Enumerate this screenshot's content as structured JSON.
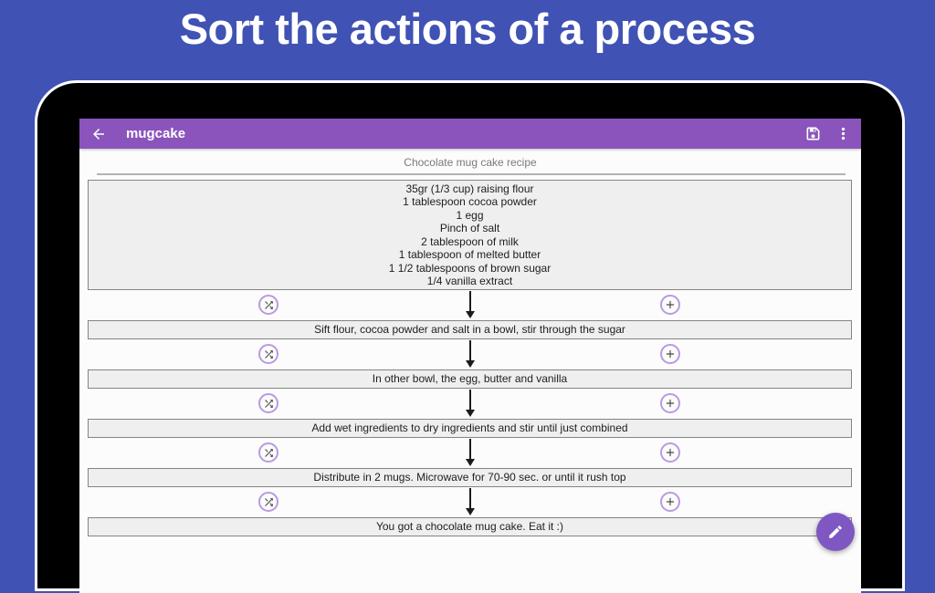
{
  "page": {
    "title": "Sort the actions of a process",
    "background_color": "#4052b4"
  },
  "app": {
    "toolbar": {
      "title": "mugcake",
      "color": "#8a54bc",
      "icons": {
        "back": "arrow-left",
        "save": "floppy-save",
        "overflow": "vertical-dots-menu"
      }
    },
    "recipe": {
      "heading": "Chocolate mug cake recipe",
      "ingredients": [
        "35gr (1/3 cup) raising flour",
        "1 tablespoon cocoa powder",
        "1 egg",
        "Pinch of salt",
        "2 tablespoon of milk",
        "1 tablespoon of melted butter",
        "1 1/2 tablespoons of brown sugar",
        "1/4 vanilla extract"
      ],
      "steps": [
        "Sift flour, cocoa powder and salt in a bowl, stir through the sugar",
        "In other bowl, the egg, butter and vanilla",
        "Add wet ingredients to dry ingredients and stir until just combined",
        "Distribute in 2 mugs. Microwave for 70-90 sec. or until it rush top",
        "You got a chocolate mug cake. Eat it :)"
      ],
      "row_icons": {
        "left": "shuffle",
        "center": "down-arrow",
        "right": "plus"
      }
    },
    "fab": {
      "icon": "pencil-edit",
      "color": "#7e57c2"
    }
  },
  "colors": {
    "card_background": "#efefef",
    "card_border": "#848484",
    "circle_outline": "#b99ae1",
    "heading_text": "#7a7a7a",
    "tablet_bezel": "#000000"
  }
}
